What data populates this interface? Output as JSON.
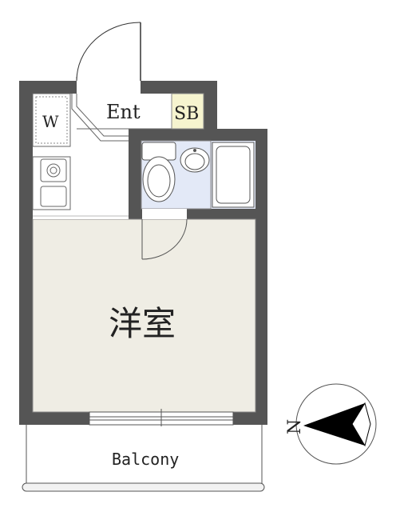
{
  "labels": {
    "entrance": "Ent",
    "shoe_box": "SB",
    "washer": "W",
    "main_room": "洋室",
    "balcony": "Balcony",
    "north": "N"
  },
  "colors": {
    "wall": "#555555",
    "room_floor": "#efede4",
    "bath_floor": "#e3e9f7",
    "shoe_box_fill": "#f6f4cf",
    "balcony_rail": "#f2f2f2",
    "line": "#333333"
  }
}
